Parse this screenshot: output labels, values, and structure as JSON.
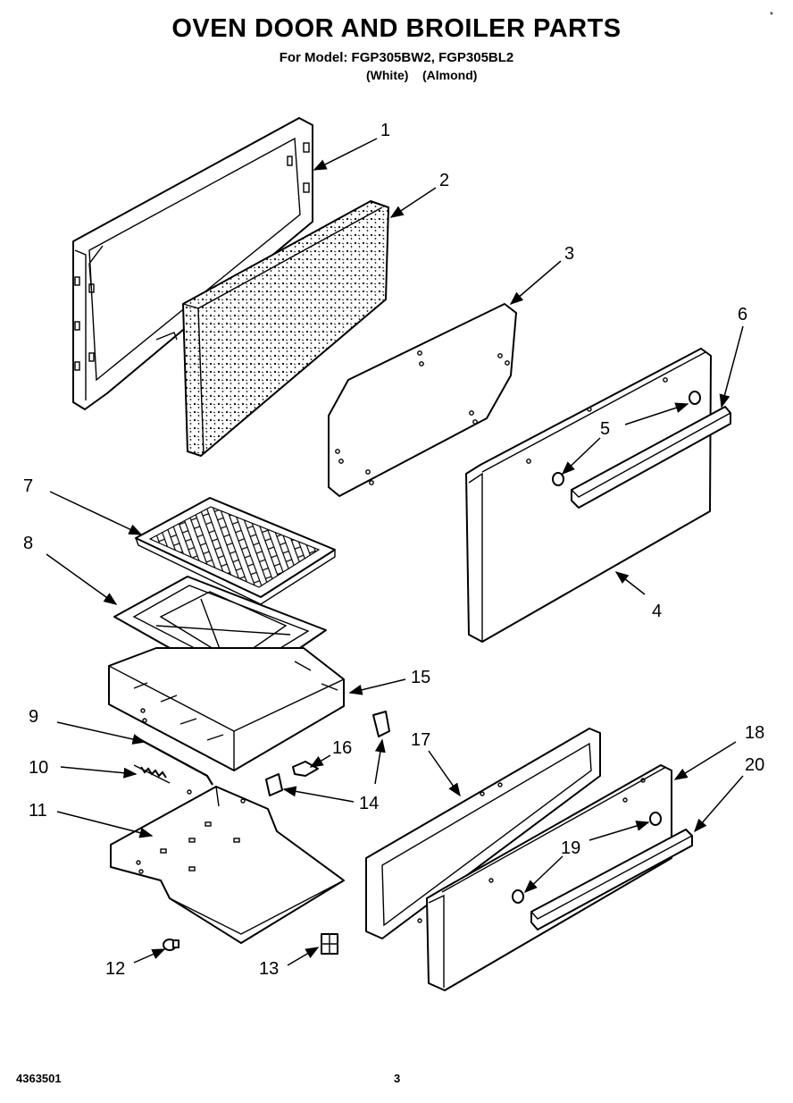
{
  "header": {
    "title": "OVEN DOOR AND BROILER PARTS",
    "model_line": "For Model: FGP305BW2, FGP305BL2",
    "variant_white": "(White)",
    "variant_almond": "(Almond)",
    "corner_mark": "*"
  },
  "footer": {
    "document_number": "4363501",
    "page_number": "3"
  },
  "callouts": [
    {
      "id": "1",
      "label": "1"
    },
    {
      "id": "2",
      "label": "2"
    },
    {
      "id": "3",
      "label": "3"
    },
    {
      "id": "4",
      "label": "4"
    },
    {
      "id": "5",
      "label": "5"
    },
    {
      "id": "6",
      "label": "6"
    },
    {
      "id": "7",
      "label": "7"
    },
    {
      "id": "8",
      "label": "8"
    },
    {
      "id": "9",
      "label": "9"
    },
    {
      "id": "10",
      "label": "10"
    },
    {
      "id": "11",
      "label": "11"
    },
    {
      "id": "12",
      "label": "12"
    },
    {
      "id": "13",
      "label": "13"
    },
    {
      "id": "14",
      "label": "14"
    },
    {
      "id": "15",
      "label": "15"
    },
    {
      "id": "16",
      "label": "16"
    },
    {
      "id": "17",
      "label": "17"
    },
    {
      "id": "18",
      "label": "18"
    },
    {
      "id": "19",
      "label": "19"
    },
    {
      "id": "20",
      "label": "20"
    }
  ]
}
